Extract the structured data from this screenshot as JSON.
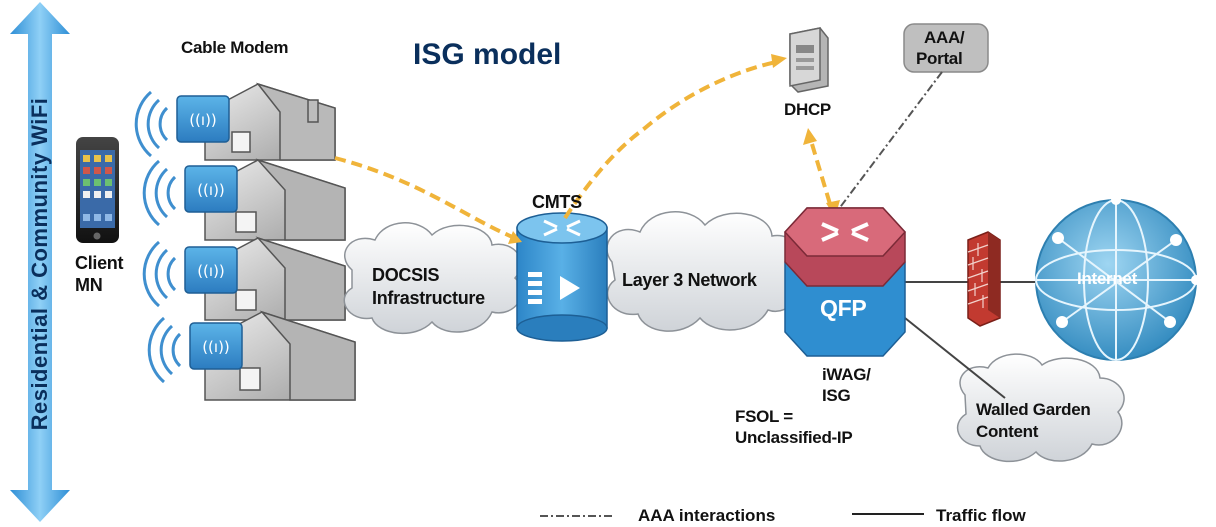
{
  "title": "ISG model",
  "side_label": "Residential & Community WiFi",
  "labels": {
    "cable_modem": "Cable Modem",
    "client": "Client",
    "mn": "MN",
    "docsis_1": "DOCSIS",
    "docsis_2": "Infrastructure",
    "cmts": "CMTS",
    "layer3": "Layer 3 Network",
    "dhcp": "DHCP",
    "aaa_1": "AAA/",
    "aaa_2": "Portal",
    "qfp": "QFP",
    "iwag_1": "iWAG/",
    "iwag_2": "ISG",
    "fsol_1": "FSOL =",
    "fsol_2": "Unclassified-IP",
    "internet": "Internet",
    "walled_1": "Walled Garden",
    "walled_2": "Content"
  },
  "legend": {
    "aaa": "AAA interactions",
    "traffic": "Traffic flow"
  },
  "colors": {
    "arrow_blue": "#4aa8e0",
    "modem_blue": "#3f8fcf",
    "router_red": "#b8485a",
    "router_blue": "#2f8ed0",
    "dhcp_path": "#f0b43a",
    "firewall_red": "#c23a30",
    "globe_blue": "#3e9ac8"
  }
}
